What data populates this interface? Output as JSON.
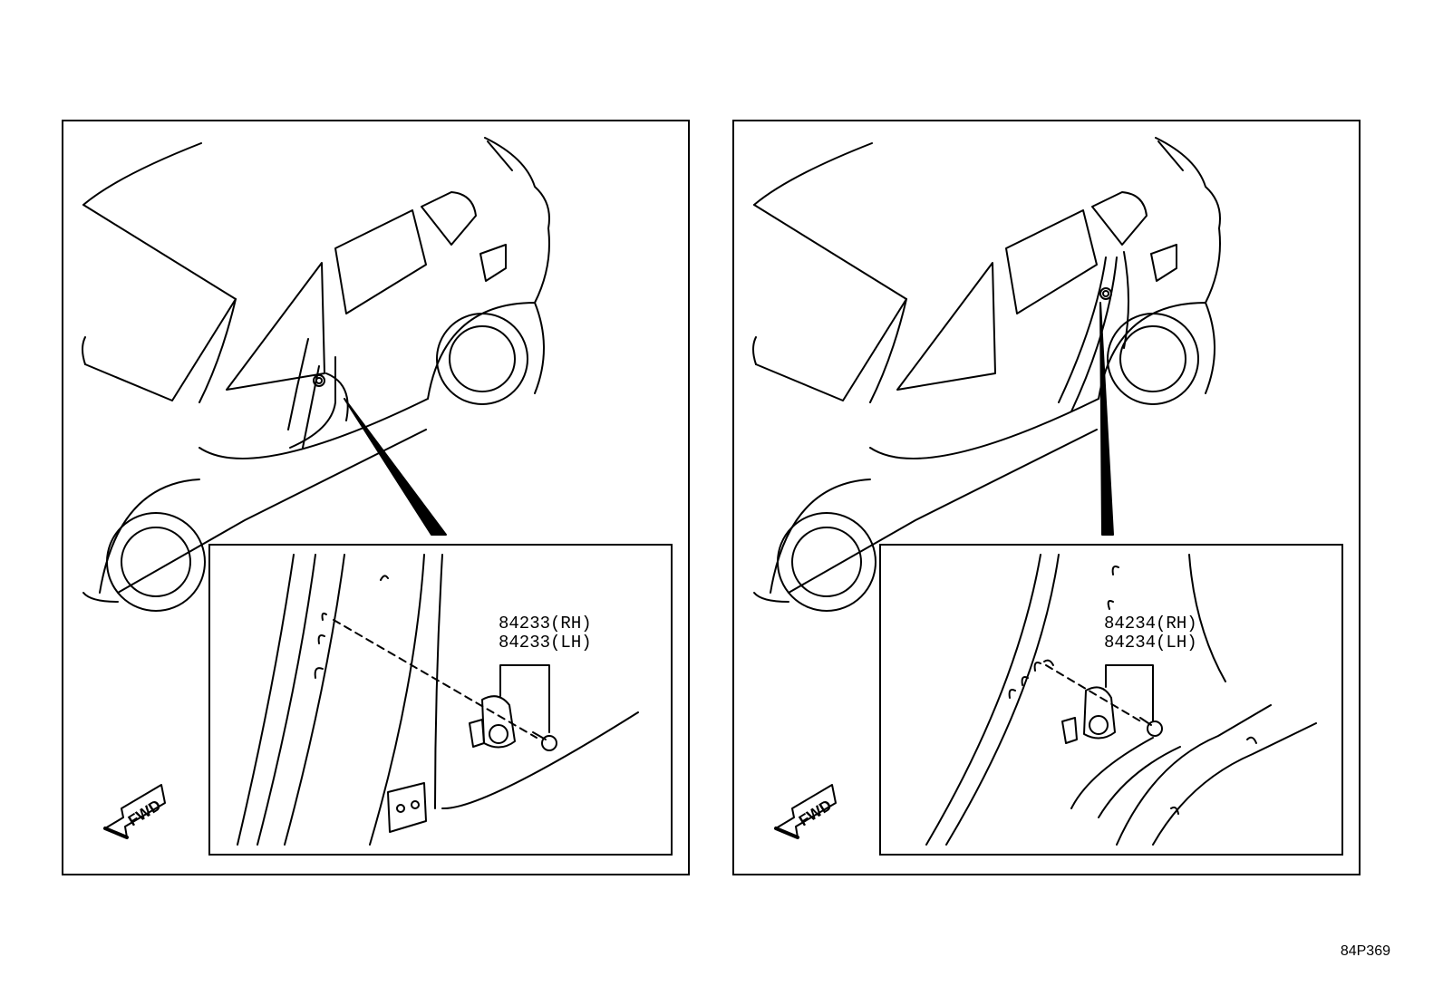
{
  "panels": [
    {
      "part_rh": "84233(RH)",
      "part_lh": "84233(LH)",
      "fwd_label": "FWD"
    },
    {
      "part_rh": "84234(RH)",
      "part_lh": "84234(LH)",
      "fwd_label": "FWD"
    }
  ],
  "diagram_code": "84P369"
}
